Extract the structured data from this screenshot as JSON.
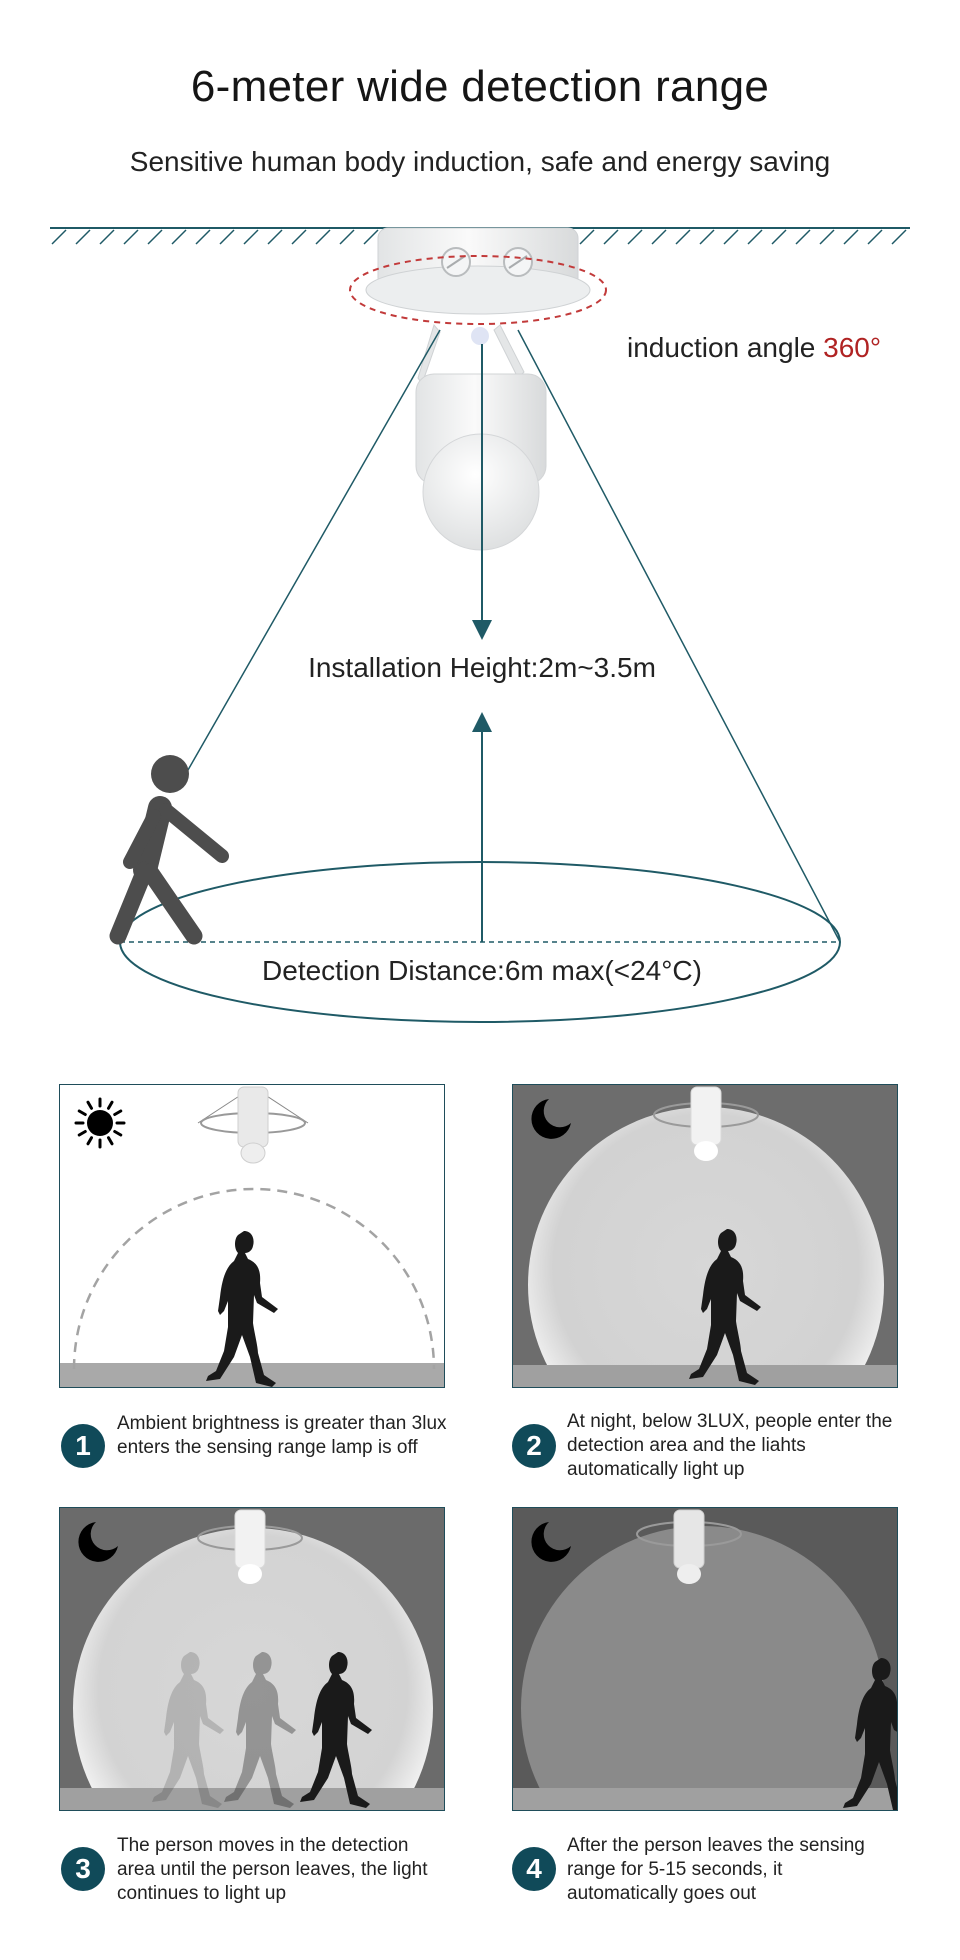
{
  "header": {
    "title": "6-meter wide detection range",
    "subtitle": "Sensitive human body induction, safe and energy saving"
  },
  "diagram": {
    "angle_prefix": "induction angle ",
    "angle_value": "360°",
    "height_label": "Installation Height:2m~3.5m",
    "distance_label": "Detection Distance:6m max(<24°C)"
  },
  "colors": {
    "line": "#1f5a66",
    "accent_red": "#b02323",
    "badge": "#104a59"
  },
  "icons": [
    "sun-icon",
    "moon-icon",
    "walking-person-icon",
    "sensor-lamp-icon"
  ],
  "steps": [
    {
      "number": "1",
      "text": "Ambient brightness is greater than 3lux enters the sensing range lamp is off"
    },
    {
      "number": "2",
      "text": "At night, below 3LUX, people enter the detection area and the liahts automatically light up"
    },
    {
      "number": "3",
      "text": "The person moves in the detection area until the person leaves, the light continues to light up"
    },
    {
      "number": "4",
      "text": "After the person leaves the sensing range for 5-15 seconds, it automatically goes out"
    }
  ]
}
